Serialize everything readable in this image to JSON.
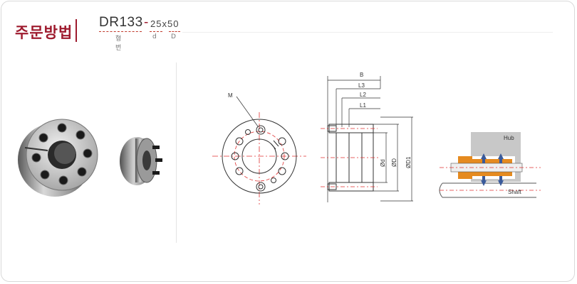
{
  "header": {
    "title": "주문방법",
    "model_code": "DR133",
    "model_dash": "-",
    "model_size": "25x50",
    "captions": {
      "type": "형번",
      "d": "d",
      "D": "D"
    }
  },
  "drawing": {
    "front_label_M": "M",
    "dim_B": "B",
    "dim_L3": "L3",
    "dim_L2": "L2",
    "dim_L1": "L1",
    "dim_d": "Ød",
    "dim_D": "ØD",
    "dim_D1": "ØD1",
    "hub_label": "Hub",
    "shaft_label": "Shaft"
  },
  "colors": {
    "accent": "#9e1b2e",
    "center_line": "#e03030",
    "hub_fill": "#c8c8c8",
    "sleeve_fill": "#e58a1f",
    "arrow": "#3a5a9a"
  }
}
